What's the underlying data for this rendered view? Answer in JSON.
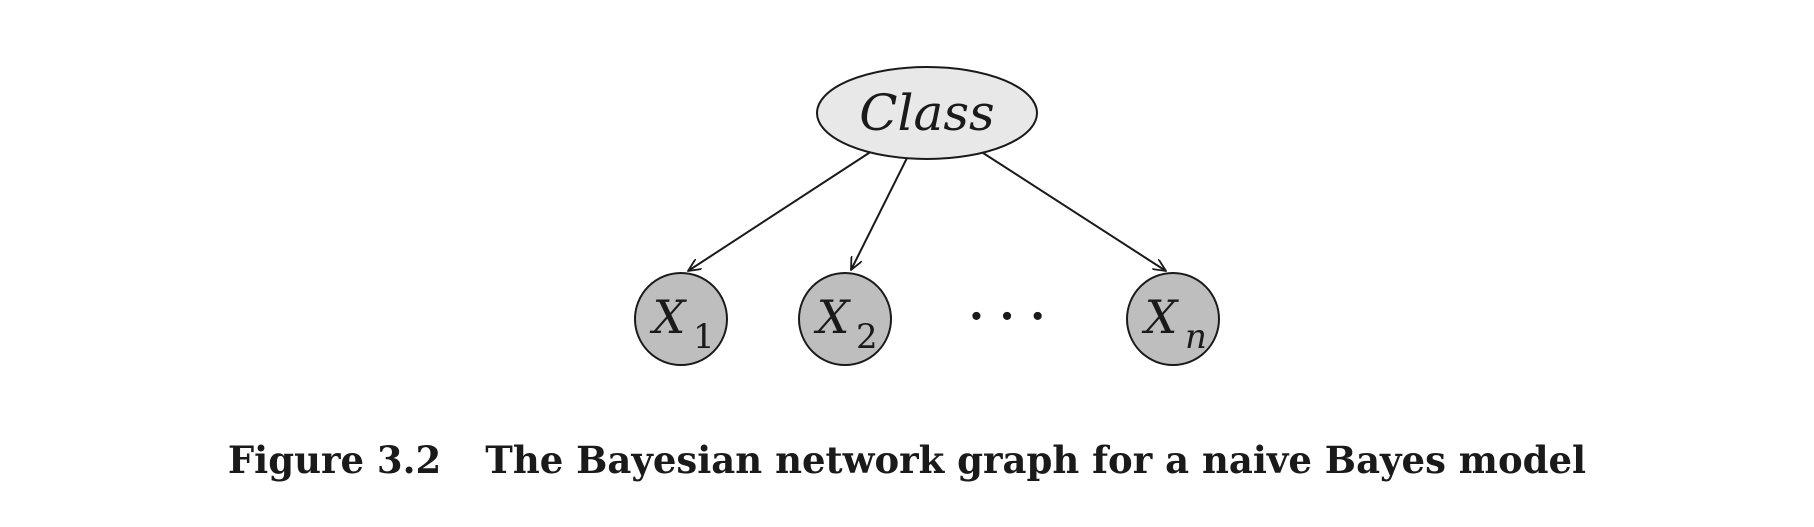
{
  "diagram": {
    "root": {
      "label": "Class",
      "fill": "#e8e8e8"
    },
    "children": [
      {
        "label": "X",
        "subscript": "1"
      },
      {
        "label": "X",
        "subscript": "2"
      },
      {
        "label": "X",
        "subscript": "n"
      }
    ],
    "ellipsis": "· · ·",
    "child_fill": "#bebebe",
    "stroke": "#1a1a1a"
  },
  "caption": {
    "number": "Figure 3.2",
    "text": "The Bayesian network graph for a naive Bayes model"
  }
}
